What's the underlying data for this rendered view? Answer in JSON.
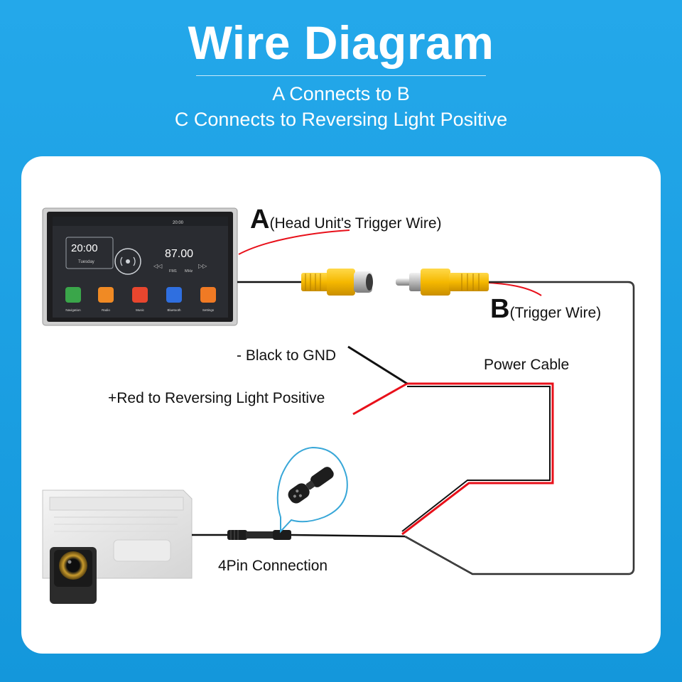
{
  "header": {
    "title": "Wire Diagram",
    "subtitle_line1": "A Connects to B",
    "subtitle_line2": "C Connects to Reversing Light Positive"
  },
  "labels": {
    "a_letter": "A",
    "a_text": "(Head Unit's Trigger Wire)",
    "b_letter": "B",
    "b_text": "(Trigger Wire)",
    "black_gnd": "- Black to GND",
    "red_positive": "+Red to Reversing Light Positive",
    "power_cable": "Power Cable",
    "four_pin": "4Pin Connection"
  },
  "head_unit_screen": {
    "clock": "20:00",
    "day": "Tuesday",
    "frequency": "87.00",
    "band_fm": "FM1",
    "band_mhz": "MHz",
    "status_time": "20:00",
    "apps": [
      "Navigation",
      "Radio",
      "Music",
      "Bluetooth",
      "Settings"
    ]
  },
  "colors": {
    "background": "#1a9fe0",
    "card": "#ffffff",
    "rca_yellow": "#f5b800",
    "wire_red": "#e8101a",
    "wire_black": "#111111"
  }
}
